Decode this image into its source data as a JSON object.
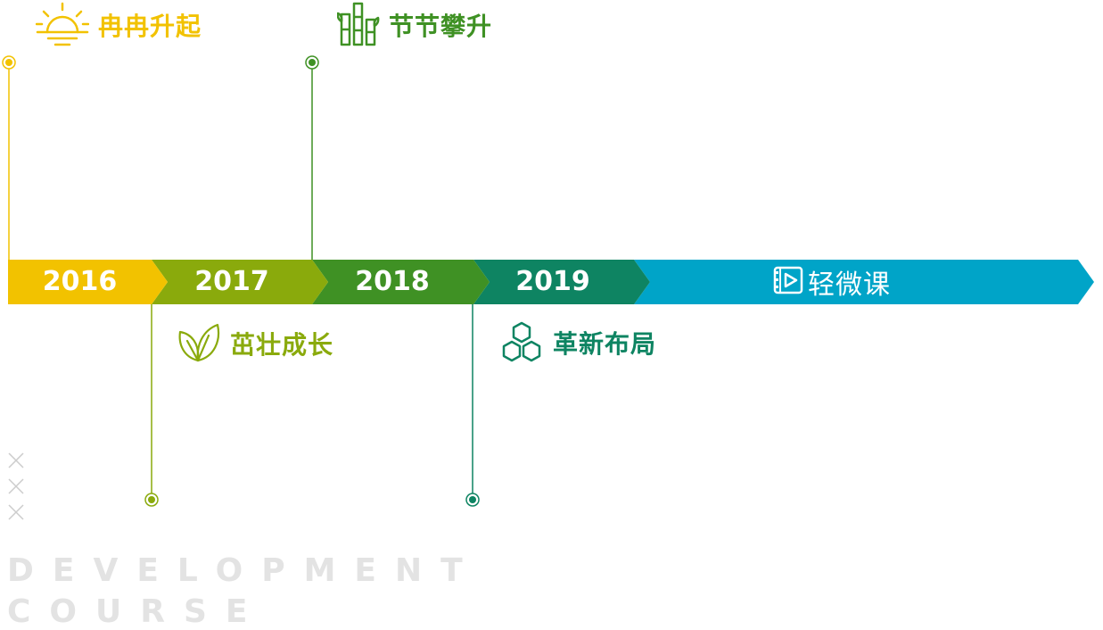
{
  "timeline": {
    "segments": [
      {
        "label": "2016",
        "color": "#f2c200"
      },
      {
        "label": "2017",
        "color": "#8aaa0c"
      },
      {
        "label": "2018",
        "color": "#3f9124"
      },
      {
        "label": "2019",
        "color": "#0e8462"
      }
    ],
    "tail_color": "#00a4c8",
    "brand": {
      "text": "轻微课",
      "icon": "play-logo-icon"
    }
  },
  "milestones": [
    {
      "label": "冉冉升起",
      "color": "#f2c200",
      "icon": "sunrise-icon"
    },
    {
      "label": "茁壮成长",
      "color": "#8aaa0c",
      "icon": "leaf-icon"
    },
    {
      "label": "节节攀升",
      "color": "#3f9124",
      "icon": "bamboo-icon"
    },
    {
      "label": "革新布局",
      "color": "#0e8462",
      "icon": "hexagons-icon"
    }
  ],
  "footer": {
    "line1": "DEVELOPMENT",
    "line2": "COURSE"
  },
  "decor_color": "#cccccc"
}
